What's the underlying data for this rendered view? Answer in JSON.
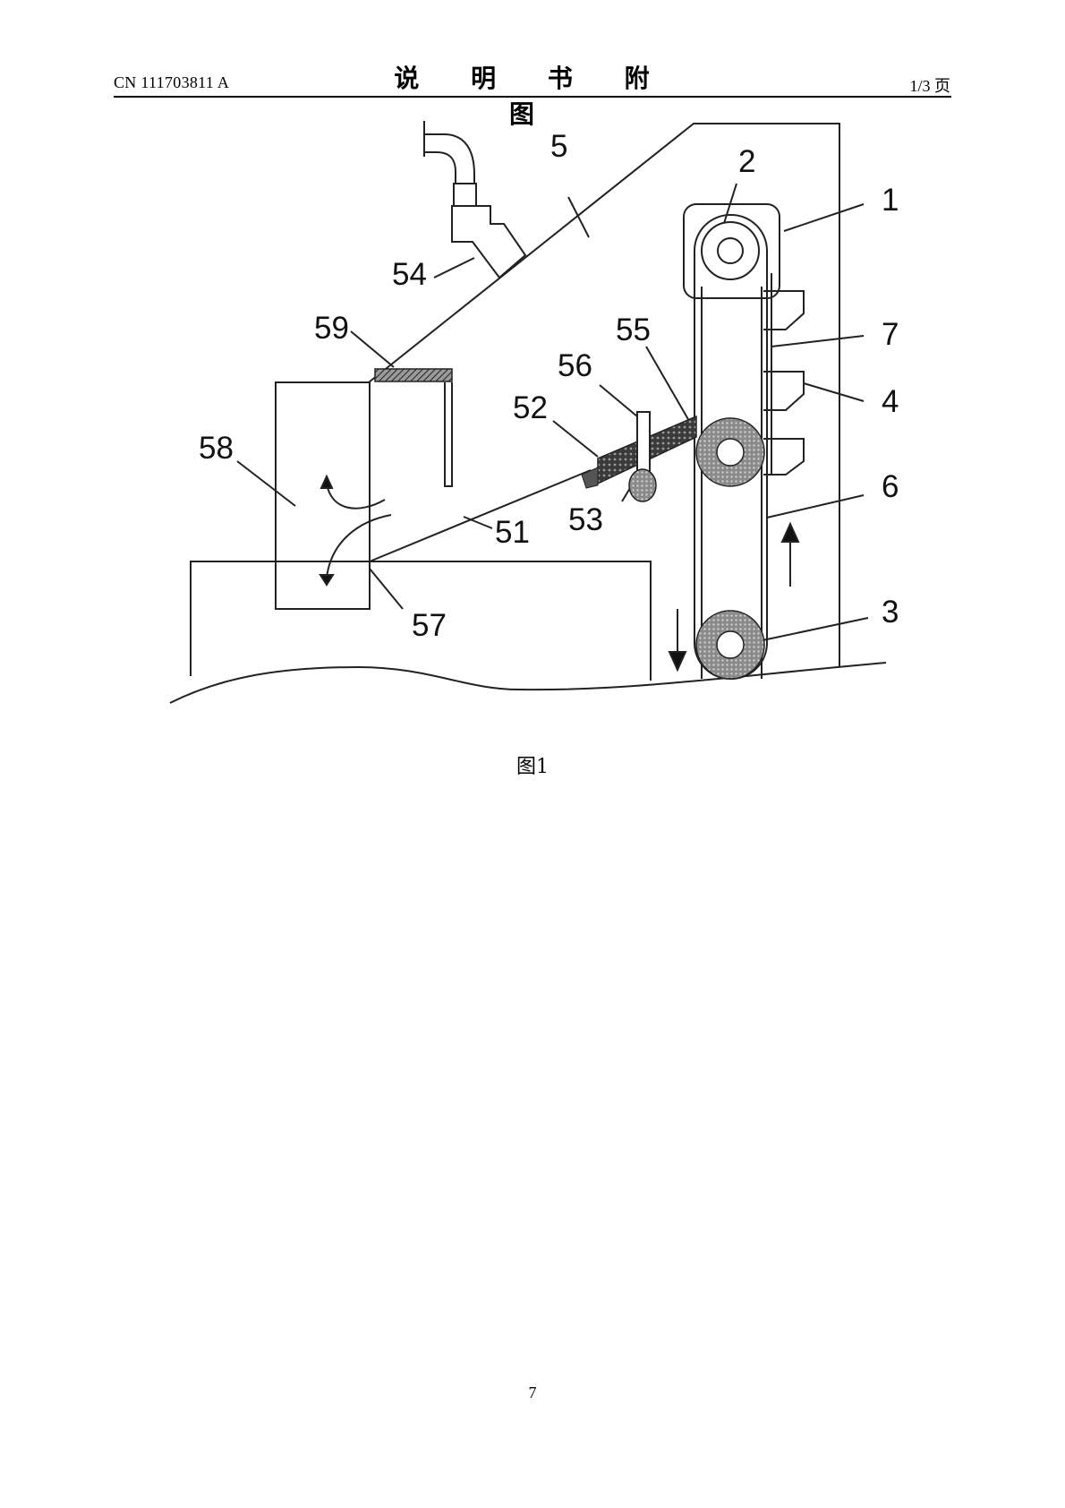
{
  "header": {
    "doc_number": "CN 111703811 A",
    "section_title": "说 明 书 附 图",
    "page_of": "1/3 页"
  },
  "figure": {
    "caption": "图1",
    "labels": {
      "l1": "1",
      "l2": "2",
      "l3": "3",
      "l4": "4",
      "l5": "5",
      "l6": "6",
      "l7": "7",
      "l51": "51",
      "l52": "52",
      "l53": "53",
      "l54": "54",
      "l55": "55",
      "l56": "56",
      "l57": "57",
      "l58": "58",
      "l59": "59"
    }
  },
  "footer": {
    "page_number": "7"
  }
}
